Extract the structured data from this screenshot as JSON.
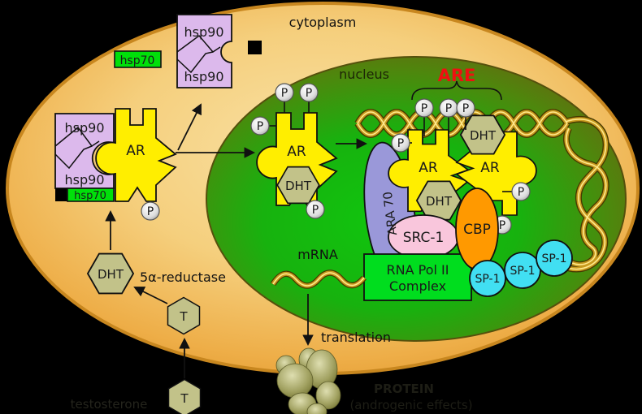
{
  "regions": {
    "cytoplasm": "cytoplasm",
    "nucleus": "nucleus"
  },
  "labels": {
    "are": "ARE",
    "mrna": "mRNA",
    "translation": "translation",
    "reductase": "5α-reductase",
    "testosterone": "testosterone",
    "protein": "PROTEIN",
    "protein_effect": "(androgenic effects)",
    "rna_pol_line1": "RNA Pol II",
    "rna_pol_line2": "Complex"
  },
  "molecules": {
    "hsp90": "hsp90",
    "hsp70": "hsp70",
    "ar": "AR",
    "dht": "DHT",
    "t": "T",
    "p": "P",
    "ara70": "ARA 70",
    "src1": "SRC-1",
    "cbp": "CBP",
    "sp1": "SP-1"
  },
  "colors": {
    "background": "#000000",
    "cell_edge": "#dd9226",
    "cell_center": "#f9e2a6",
    "nucleus_center": "#10c60e",
    "nucleus_edge": "#6a640f",
    "hsp90": "#dcb9ec",
    "hsp70": "#00e00a",
    "ar": "#ffee00",
    "hexagon": "#c2c289",
    "phosphate": "#e8e8e8",
    "ara70": "#9a98d9",
    "src1": "#f9c6dc",
    "cbp": "#ff9900",
    "sp1": "#41dff2",
    "rna_pol": "#00dd1e",
    "are_red": "#ee1111",
    "dna_gold": "#c89a1e",
    "outline": "#111111"
  }
}
